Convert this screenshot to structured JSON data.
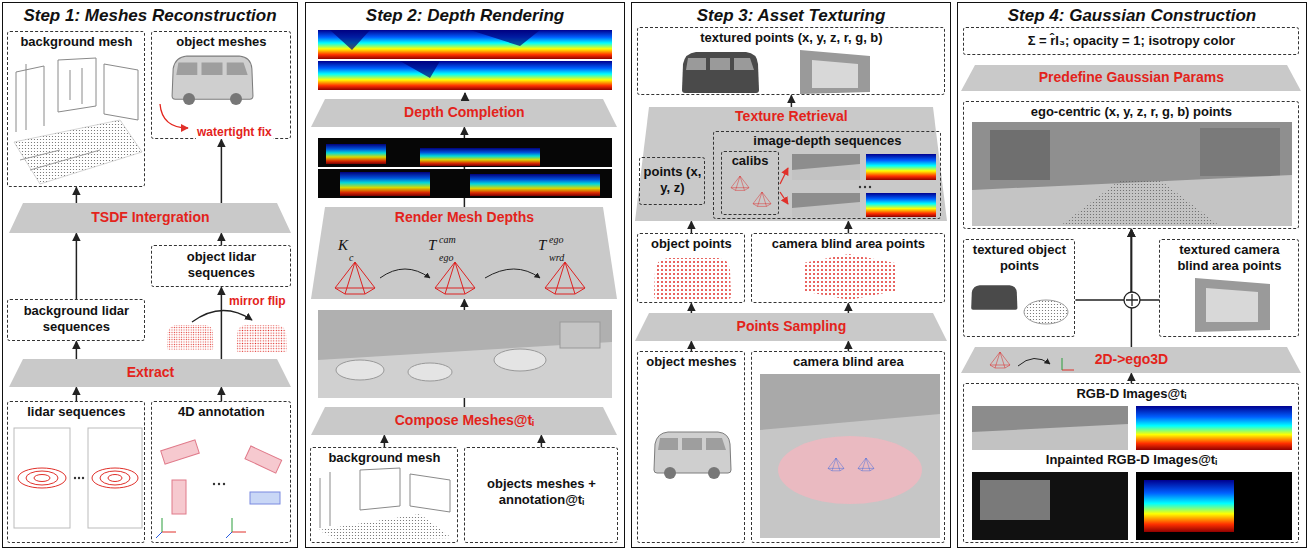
{
  "diagram": {
    "nodes": [
      {
        "text": [
          "Step 1: Meshes Reconstruction"
        ]
      },
      {
        "text": [
          "background mesh"
        ],
        "in": 0
      },
      {
        "text": [
          "object meshes"
        ],
        "in": 0
      },
      {
        "text": [
          "TSDF Intergration"
        ],
        "in": 0
      },
      {
        "text": [
          "object lidar sequences"
        ],
        "in": 0
      },
      {
        "text": [
          "background lidar sequences"
        ],
        "in": 0
      },
      {
        "text": [
          "Extract"
        ],
        "in": 0
      },
      {
        "text": [
          "lidar sequences"
        ],
        "in": 0
      },
      {
        "text": [
          "4D annotation"
        ],
        "in": 0
      },
      {
        "text": [
          "Step 2: Depth Rendering"
        ]
      },
      {
        "text": [
          "Depth Completion"
        ],
        "in": 9
      },
      {
        "text": [
          "Render Mesh Depths"
        ],
        "in": 9
      },
      {
        "text": [
          "Compose Meshes@tᵢ"
        ],
        "in": 9
      },
      {
        "text": [
          "background mesh"
        ],
        "in": 9
      },
      {
        "text": [
          "objects meshes + annotation@tᵢ"
        ],
        "in": 9
      },
      {
        "text": [
          "Step 3: Asset Texturing"
        ]
      },
      {
        "text": [
          "textured points (x, y, z, r, g, b)"
        ],
        "in": 15
      },
      {
        "text": [
          "Texture Retrieval"
        ],
        "in": 15
      },
      {
        "text": [
          "points (x, y, z)"
        ],
        "in": 17
      },
      {
        "text": [
          "image-depth sequences"
        ],
        "in": 17
      },
      {
        "text": [
          "calibs"
        ],
        "in": 19
      },
      {
        "text": [
          "object points"
        ],
        "in": 15
      },
      {
        "text": [
          "camera blind area points"
        ],
        "in": 15
      },
      {
        "text": [
          "Points Sampling"
        ],
        "in": 15
      },
      {
        "text": [
          "object meshes"
        ],
        "in": 15
      },
      {
        "text": [
          "camera blind area"
        ],
        "in": 15
      },
      {
        "text": [
          "Step 4: Gaussian Construction"
        ]
      },
      {
        "text": [
          "Σ = r̂I₃; opacity = 1; isotropy color"
        ],
        "in": 26
      },
      {
        "text": [
          "Predefine Gaussian Params"
        ],
        "in": 26
      },
      {
        "text": [
          "ego-centric (x, y, z, r, g, b) points"
        ],
        "in": 26
      },
      {
        "text": [
          "textured object points"
        ],
        "in": 26
      },
      {
        "text": [
          "textured camera blind area points"
        ],
        "in": 26
      },
      {
        "text": [
          "2D->ego3D"
        ],
        "in": 26
      },
      {
        "text": [
          "RGB-D Images@tᵢ",
          "Inpainted RGB-D Images@tᵢ"
        ],
        "in": 26
      }
    ],
    "edges": [
      {
        "from": 7,
        "to": 6,
        "arrow": "to"
      },
      {
        "from": 8,
        "to": 6,
        "arrow": "to"
      },
      {
        "from": 6,
        "to": 5,
        "arrow": "to"
      },
      {
        "from": 6,
        "to": 4,
        "arrow": "to"
      },
      {
        "from": 5,
        "to": 3,
        "arrow": "to"
      },
      {
        "from": 4,
        "to": 3,
        "arrow": "to"
      },
      {
        "from": 3,
        "to": 1,
        "arrow": "to"
      },
      {
        "from": 3,
        "to": 2,
        "arrow": "to"
      },
      {
        "from": 13,
        "to": 12,
        "arrow": "to"
      },
      {
        "from": 14,
        "to": 12,
        "arrow": "to"
      },
      {
        "from": 12,
        "to": 11,
        "arrow": "to"
      },
      {
        "from": 11,
        "to": 10,
        "arrow": "to"
      },
      {
        "from": 24,
        "to": 23,
        "arrow": "to"
      },
      {
        "from": 25,
        "to": 23,
        "arrow": "to"
      },
      {
        "from": 23,
        "to": 21,
        "arrow": "to"
      },
      {
        "from": 23,
        "to": 22,
        "arrow": "to"
      },
      {
        "from": 21,
        "to": 17,
        "arrow": "to"
      },
      {
        "from": 22,
        "to": 17,
        "arrow": "to"
      },
      {
        "from": 18,
        "to": 20,
        "arrow": "to"
      },
      {
        "from": 17,
        "to": 16,
        "arrow": "to"
      },
      {
        "from": 33,
        "to": 32,
        "arrow": "to"
      },
      {
        "from": 32,
        "to": 29,
        "arrow": "to"
      },
      {
        "from": 30,
        "to": 29,
        "arrow": "to"
      },
      {
        "from": 31,
        "to": 29,
        "arrow": "to"
      }
    ],
    "labels": [
      "watertight fix",
      "mirror flip",
      "K",
      "c",
      "T",
      "cam",
      "ego",
      "T",
      "ego",
      "wrd"
    ]
  }
}
